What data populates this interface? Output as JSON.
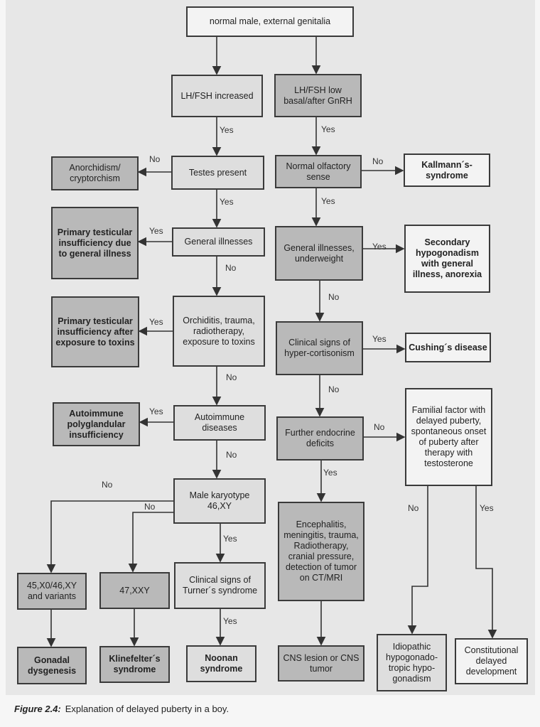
{
  "nodes": {
    "start": "normal male, external genitalia",
    "lh_increased": "LH/FSH increased",
    "lh_low": "LH/FSH low basal/after GnRH",
    "testes_present": "Testes present",
    "anorchidism": "Anorchidism/ cryptorchism",
    "olfactory": "Normal olfactory sense",
    "kallmann": "Kallmann´s-syndrome",
    "primary_general": "Primary testicular insufficiency due to general illness",
    "general_illnesses": "General illnesses",
    "general_underweight": "General illnesses, underweight",
    "secondary_hypogonadism": "Secondary hypogonadism with general illness, anorexia",
    "primary_toxins": "Primary testicular insufficiency after exposure to toxins",
    "orchiditis": "Orchiditis, trauma, radiotherapy, exposure to toxins",
    "hypercortisonism": "Clinical signs of hyper-cortisonism",
    "cushing": "Cushing´s disease",
    "familial": "Familial factor with delayed puberty, spontaneous onset of puberty after therapy with testosterone",
    "autoimmune_poly": "Autoimmune polyglandular insufficiency",
    "autoimmune_diseases": "Autoimmune diseases",
    "endocrine_deficits": "Further endocrine deficits",
    "karyotype": "Male karyotype 46,XY",
    "encephalitis": "Encephalitis, meningitis, trauma, Radiotherapy, cranial pressure, detection of tumor on CT/MRI",
    "mosaic": "45,X0/46,XY and variants",
    "xxy": "47,XXY",
    "turner": "Clinical signs of Turner´s syndrome",
    "gonadal_dysgenesis": "Gonadal dysgenesis",
    "klinefelter": "Klinefelter´s syndrome",
    "noonan": "Noonan syndrome",
    "cns": "CNS lesion or CNS tumor",
    "idiopathic": "Idiopathic hypogonado-tropic hypo-gonadism",
    "constitutional": "Constitutional delayed development"
  },
  "edge_labels": {
    "yes": "Yes",
    "no": "No"
  },
  "caption": {
    "label": "Figure 2.4:",
    "text": "Explanation of delayed puberty in a boy."
  }
}
